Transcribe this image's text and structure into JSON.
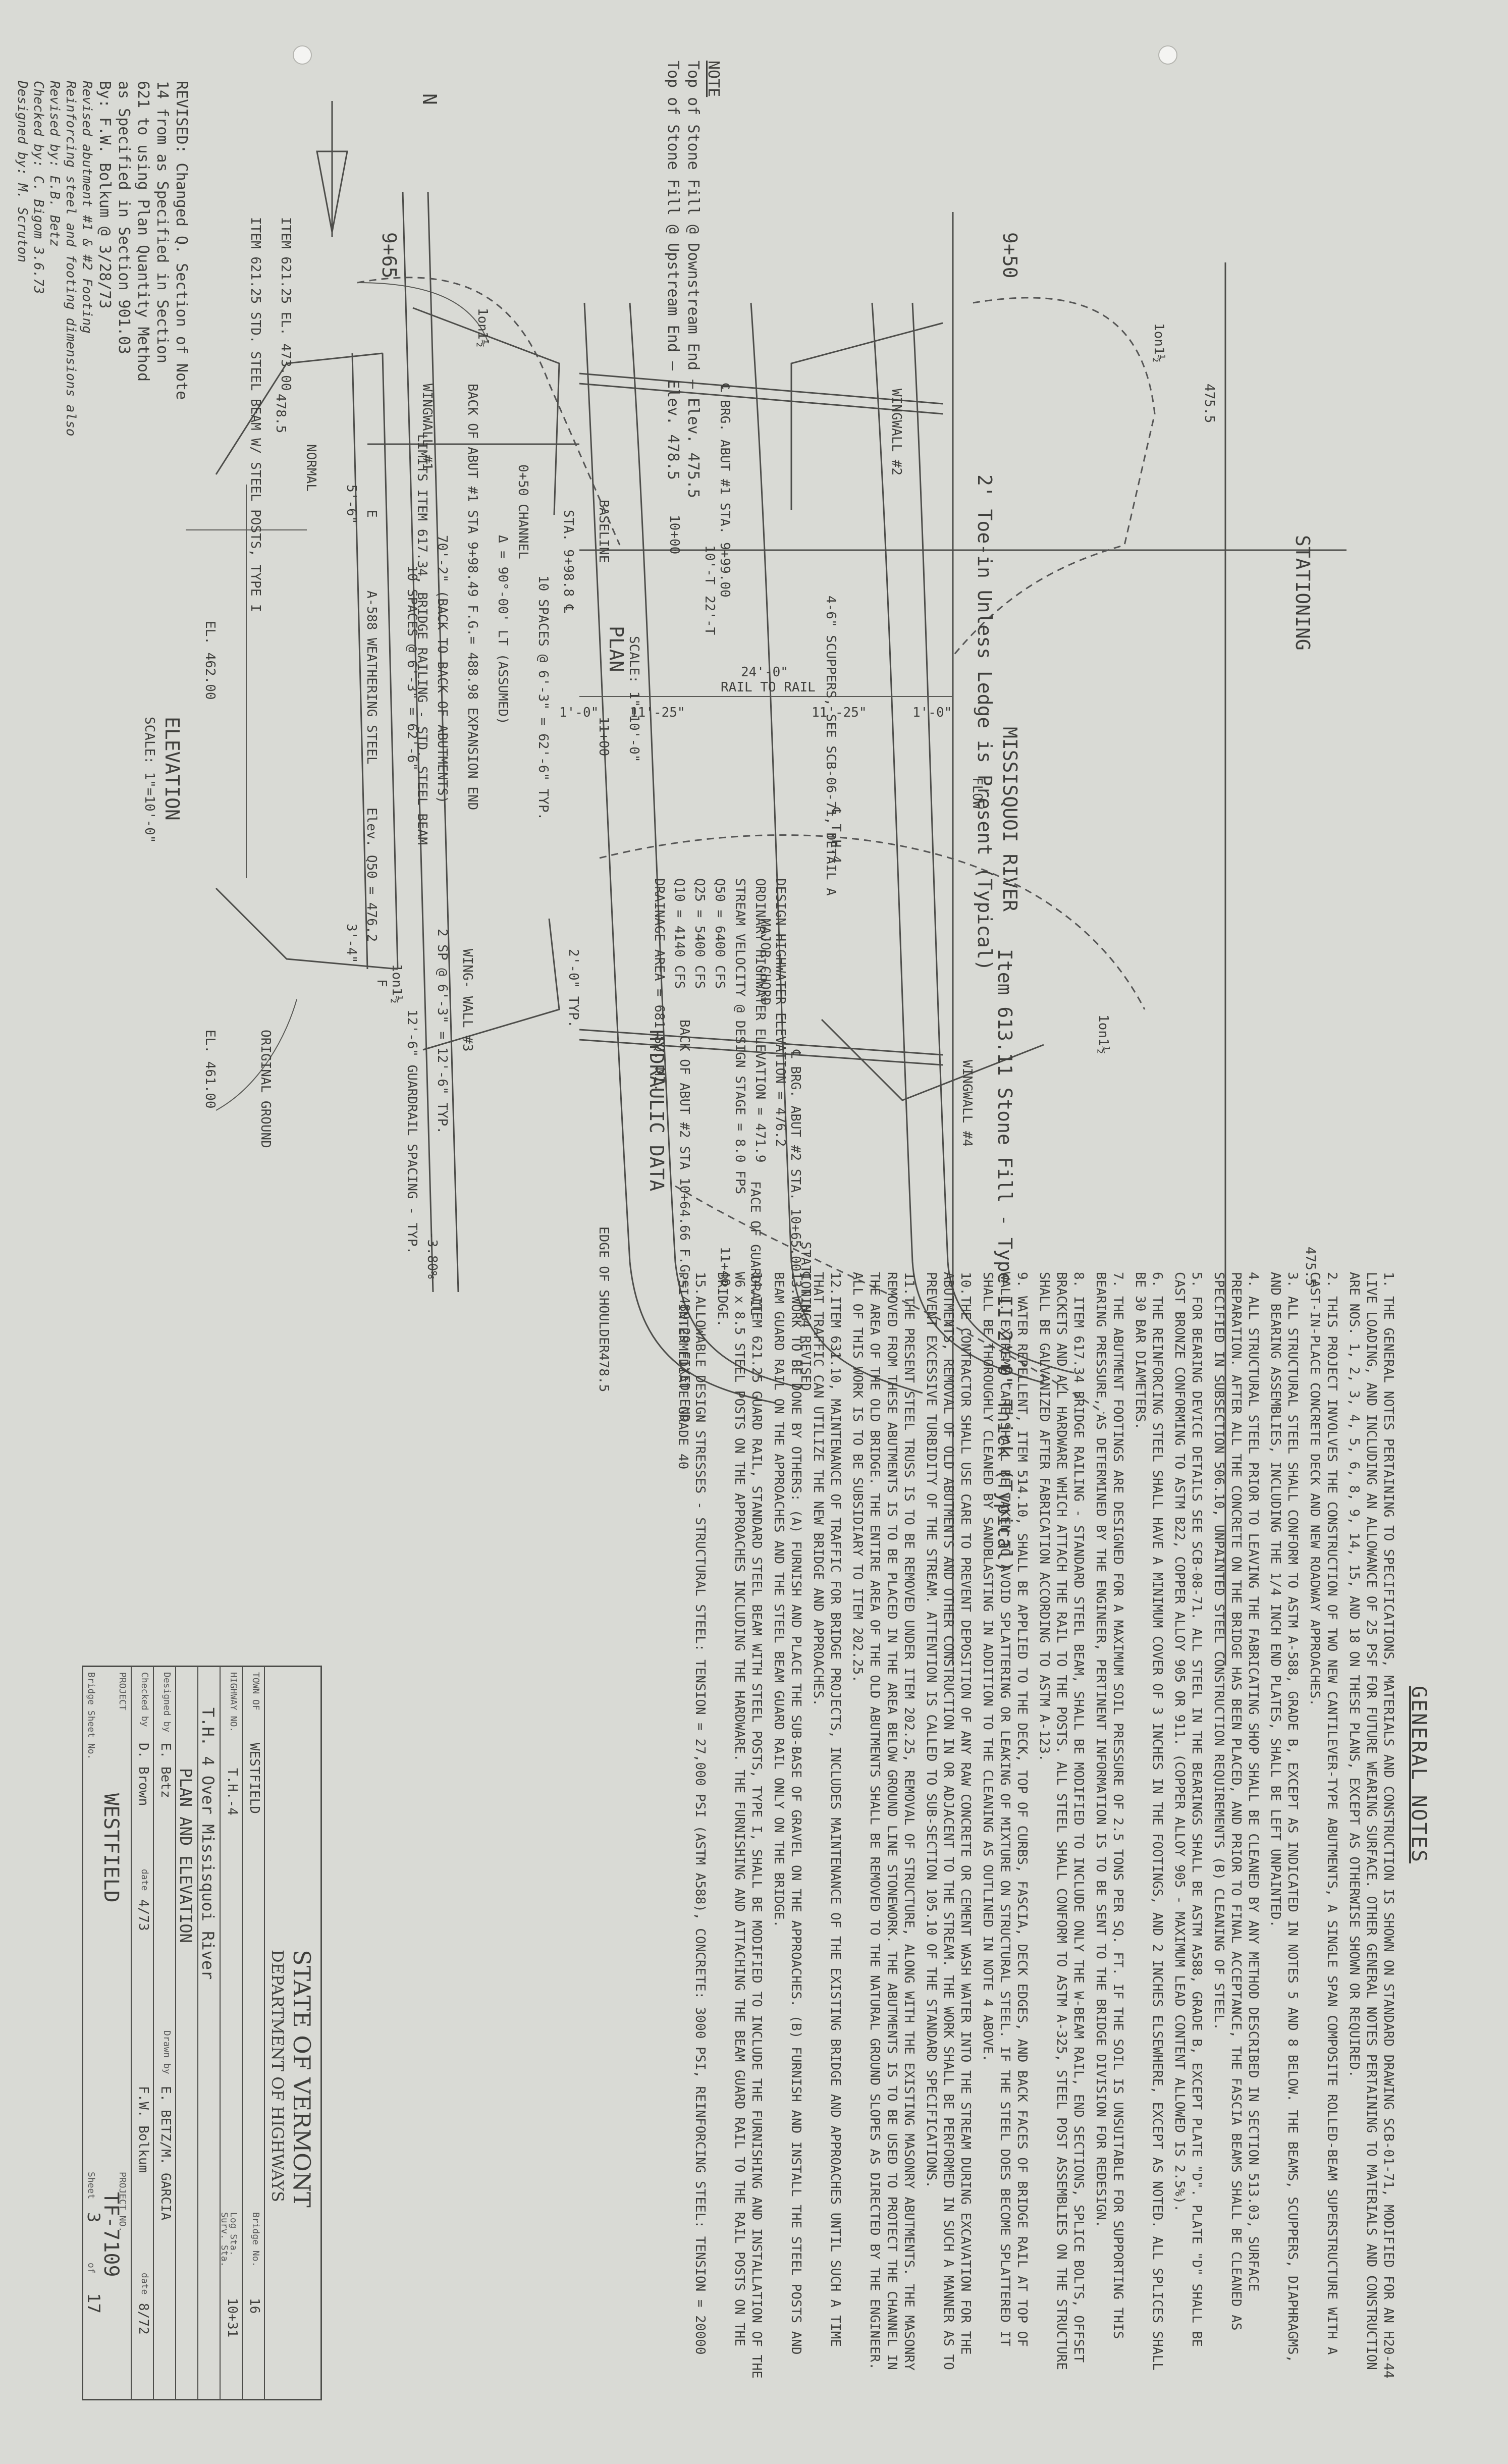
{
  "general_notes": {
    "heading": "GENERAL NOTES",
    "items": [
      {
        "num": "1.",
        "text": "THE GENERAL NOTES PERTAINING TO SPECIFICATIONS, MATERIALS AND CONSTRUCTION IS SHOWN ON STANDARD DRAWING SCB-01-71, MODIFIED FOR AN H20-44 LIVE LOADING, AND INCLUDING AN ALLOWANCE OF 25 PSF FOR FUTURE WEARING SURFACE. OTHER GENERAL NOTES PERTAINING TO MATERIALS AND CONSTRUCTION ARE NOS. 1, 2, 3, 4, 5, 6, 8, 9, 14, 15, AND 18 ON THESE PLANS, EXCEPT AS OTHERWISE SHOWN OR REQUIRED."
      },
      {
        "num": "2.",
        "text": "THIS PROJECT INVOLVES THE CONSTRUCTION OF TWO NEW CANTILEVER-TYPE ABUTMENTS, A SINGLE SPAN COMPOSITE ROLLED-BEAM SUPERSTRUCTURE WITH A CAST-IN-PLACE CONCRETE DECK AND NEW ROADWAY APPROACHES."
      },
      {
        "num": "3.",
        "text": "ALL STRUCTURAL STEEL SHALL CONFORM TO ASTM A-588, GRADE B, EXCEPT AS INDICATED IN NOTES 5 AND 8 BELOW. THE BEAMS, SCUPPERS, DIAPHRAGMS, AND BEARING ASSEMBLIES, INCLUDING THE 1/4 INCH END PLATES, SHALL BE LEFT UNPAINTED."
      },
      {
        "num": "4.",
        "text": "ALL STRUCTURAL STEEL PRIOR TO LEAVING THE FABRICATING SHOP SHALL BE CLEANED BY ANY METHOD DESCRIBED IN SECTION 513.03, SURFACE PREPARATION. AFTER ALL THE CONCRETE ON THE BRIDGE HAS BEEN PLACED, AND PRIOR TO FINAL ACCEPTANCE, THE FASCIA BEAMS SHALL BE CLEANED AS SPECIFIED IN SUBSECTION 506.10, UNPAINTED STEEL CONSTRUCTION REQUIREMENTS (B) CLEANING OF STEEL."
      },
      {
        "num": "5.",
        "text": "FOR BEARING DEVICE DETAILS SEE SCB-08-71. ALL STEEL IN THE BEARINGS SHALL BE ASTM A588, GRADE B, EXCEPT PLATE \"D\". PLATE \"D\" SHALL BE CAST BRONZE CONFORMING TO ASTM B22, COPPER ALLOY 905 OR 911. (COPPER ALLOY 905 - MAXIMUM LEAD CONTENT ALLOWED IS 2.5%)."
      },
      {
        "num": "6.",
        "text": "THE REINFORCING STEEL SHALL HAVE A MINIMUM COVER OF 3 INCHES IN THE FOOTINGS, AND 2 INCHES ELSEWHERE, EXCEPT AS NOTED. ALL SPLICES SHALL BE 30 BAR DIAMETERS."
      },
      {
        "num": "7.",
        "text": "THE ABUTMENT FOOTINGS ARE DESIGNED FOR A MAXIMUM SOIL PRESSURE OF 2.5 TONS PER SQ. FT. IF THE SOIL IS UNSUITABLE FOR SUPPORTING THIS BEARING PRESSURE, AS DETERMINED BY THE ENGINEER, PERTINENT INFORMATION IS TO BE SENT TO THE BRIDGE DIVISION FOR REDESIGN."
      },
      {
        "num": "8.",
        "text": "ITEM 617.34 BRIDGE RAILING - STANDARD STEEL BEAM, SHALL BE MODIFIED TO INCLUDE ONLY THE W-BEAM RAIL, END SECTIONS, SPLICE BOLTS, OFFSET BRACKETS AND ALL HARDWARE WHICH ATTACH THE RAIL TO THE POSTS. ALL STEEL SHALL CONFORM TO ASTM A-325, STEEL POST ASSEMBLIES ON THE STRUCTURE SHALL BE GALVANIZED AFTER FABRICATION ACCORDING TO ASTM A-123."
      },
      {
        "num": "9.",
        "text": "WATER REPELLENT, ITEM 514.10, SHALL BE APPLIED TO THE DECK, TOP OF CURBS, FASCIA, DECK EDGES, AND BACK FACES OF BRIDGE RAIL AT TOP OF WALL. EXTREME CARE SHALL BE TAKEN TO AVOID SPLATTERING OR LEAKING OF MIXTURE ON STRUCTURAL STEEL. IF THE STEEL DOES BECOME SPLATTERED IT SHALL BE THOROUGHLY CLEANED BY SANDBLASTING IN ADDITION TO THE CLEANING AS OUTLINED IN NOTE 4 ABOVE."
      },
      {
        "num": "10.",
        "text": "THE CONTRACTOR SHALL USE CARE TO PREVENT DEPOSITION OF ANY RAW CONCRETE OR CEMENT WASH WATER INTO THE STREAM DURING EXCAVATION FOR THE ABUTMENTS, REMOVAL OF OLD ABUTMENTS AND OTHER CONSTRUCTION IN OR ADJACENT TO THE STREAM. THE WORK SHALL BE PERFORMED IN SUCH A MANNER AS TO PREVENT EXCESSIVE TURBIDITY OF THE STREAM. ATTENTION IS CALLED TO SUB-SECTION 105.10 OF THE STANDARD SPECIFICATIONS."
      },
      {
        "num": "11.",
        "text": "THE PRESENT STEEL TRUSS IS TO BE REMOVED UNDER ITEM 202.25, REMOVAL OF STRUCTURE, ALONG WITH THE EXISTING MASONRY ABUTMENTS. THE MASONRY REMOVED FROM THESE ABUTMENTS IS TO BE PLACED IN THE AREA BELOW GROUND LINE STONEWORK. THE ABUTMENTS IS TO BE USED TO PROTECT THE CHANNEL IN THE AREA OF THE OLD BRIDGE. THE ENTIRE AREA OF THE OLD ABUTMENTS SHALL BE REMOVED TO THE NATURAL GROUND SLOPES AS DIRECTED BY THE ENGINEER. ALL OF THIS WORK IS TO BE SUBSIDIARY TO ITEM 202.25."
      },
      {
        "num": "12.",
        "text": "ITEM 631.10, MAINTENANCE OF TRAFFIC FOR BRIDGE PROJECTS, INCLUDES MAINTENANCE OF THE EXISTING BRIDGE AND APPROACHES UNTIL SUCH A TIME THAT TRAFFIC CAN UTILIZE THE NEW BRIDGE AND APPROACHES."
      },
      {
        "num": "13.",
        "text": "WORK TO BE DONE BY OTHERS: (A) FURNISH AND PLACE THE SUB-BASE OF GRAVEL ON THE APPROACHES. (B) FURNISH AND INSTALL THE STEEL POSTS AND BEAM GUARD RAIL ON THE APPROACHES AND THE STEEL BEAM GUARD RAIL ONLY ON THE BRIDGE."
      },
      {
        "num": "14.",
        "text": "ITEM 621.25 GUARD RAIL, STANDARD STEEL BEAM WITH STEEL POSTS, TYPE I, SHALL BE MODIFIED TO INCLUDE THE FURNISHING AND INSTALLATION OF THE W6 x 8.5 STEEL POSTS ON THE APPROACHES INCLUDING THE HARDWARE. THE FURNISHING AND ATTACHING THE BEAM GUARD RAIL TO THE RAIL POSTS ON THE BRIDGE."
      },
      {
        "num": "15.",
        "text": "ALLOWABLE DESIGN STRESSES - STRUCTURAL STEEL: TENSION = 27,000 PSI (ASTM A588), CONCRETE: 3000 PSI, REINFORCING STEEL: TENSION = 20000 PSI INTERMEDIATE GRADE 40"
      }
    ]
  },
  "plan": {
    "title": "PLAN",
    "scale": "SCALE: 1\"=10'-0\"",
    "north": "N",
    "labels": {
      "sta_950": "9+50",
      "sta_965": "9+65",
      "slope_1on1_5": "1on1½",
      "elev_4755": "475.5",
      "elev_4785": "478.5",
      "toe": "2' Toe-in Unless Ledge is Present (Typical)",
      "stationing": "STATIONING",
      "channel": "0+50 CHANNEL",
      "baseline": "BASELINE",
      "wingwall_1": "WINGWALL #1",
      "wingwall_2": "WINGWALL #2",
      "wingwall_3": "WING- WALL #3",
      "wingwall_4": "WINGWALL #4",
      "back_abut_1": "BACK OF ABUT #1 STA 9+98.49 F.G.= 488.98 EXPANSION END",
      "brg_abut_1": "℄ BRG. ABUT #1 STA. 9+99.00",
      "skew": "Δ = 90°-00' LT (ASSUMED)",
      "sta_1000": "STA. 9+98.8 ℄",
      "sta_1040": "10+00",
      "scuppers": "4-6\" SCUPPERS, SEE SCB-06-71, DETAIL A",
      "rail_to_rail": "RAIL TO RAIL",
      "dim_240": "24'-0\"",
      "dim_1225a": "11'-25\"",
      "dim_1225b": "11'-25\"",
      "dim_10a": "1'-0\"",
      "dim_10b": "1'-0\"",
      "th4": "℄ T.H.4",
      "major_chord": "MAJOR CHORD",
      "spaces": "10 SPACES @ 6'-3\" = 62'-6\" TYP.",
      "river": "MISSISQUOI RIVER",
      "flow": "FLOW",
      "stone_fill": "Item 613.11 Stone Fill - Type II 2'-0\" Thick (Typical)",
      "back_abut_2": "BACK OF ABUT #2 STA 10+64.66 F.G.= 489.29 FIXED END",
      "brg_abut_2": "℄ BRG. ABUT #2 STA. 10+65.00",
      "face_guardrail": "FACE OF GUARDRAIL",
      "stationing2": "STATIONING",
      "revised_th4": "℄ T.H.4 REVISED",
      "sta_1140": "11+40",
      "edge_shoulder": "EDGE OF SHOULDER",
      "twoft": "2'-0\" TYP.",
      "dim_22t": "22'-T",
      "dim_10t": "10'-T",
      "sta_1100": "11+00"
    }
  },
  "hydraulic": {
    "title": "HYDRAULIC DATA",
    "lines": [
      "DRAINAGE AREA = 681 SQ. MI.",
      "Q10 = 4140 CFS",
      "Q25 = 5400 CFS",
      "Q50 = 6400 CFS",
      "STREAM VELOCITY @ DESIGN STAGE = 8.0 FPS",
      "ORDINARY HIGHWATER ELEVATION = 471.9",
      "DESIGN HIGHWATER ELEVATION = 476.2"
    ]
  },
  "note_top": {
    "heading": "NOTE",
    "lines": [
      "Top of Stone Fill @ Downstream End — Elev. 475.5",
      "Top of Stone Fill @ Upstream End — Elev. 478.5"
    ]
  },
  "elevation": {
    "title": "ELEVATION",
    "scale": "SCALE: 1\"=10'-0\"",
    "labels": {
      "item_62125": "ITEM 621.25 STD. STEEL BEAM W/ STEEL POSTS, TYPE I",
      "limits": "LIMITS ITEM 617.34, BRIDGE RAILING - STD. STEEL BEAM",
      "span": "70'-2\" (BACK TO BACK OF ABUTMENTS)",
      "spaces": "10 SPACES @ 6'-3\" = 62'-6\"",
      "guardrail_spacing": "12'-6\" GUARDRAIL SPACING - TYP.",
      "spacing_28": "2 SP @ 6'-3\" = 12'-6\" TYP.",
      "item_grade": "ITEM 621.25 EL. 473.00",
      "normal": "NORMAL",
      "dim_56": "5'-6\"",
      "dim_34": "3'-4\"",
      "beam": "A-588 WEATHERING STEEL",
      "elev": "Elev. Q50 = 476.2",
      "el_46200": "EL. 462.00",
      "el_46100": "EL. 461.00",
      "orig_ground": "ORIGINAL GROUND",
      "grade": "-3.80%",
      "e": "E",
      "f": "F"
    }
  },
  "revised": {
    "lines": [
      "REVISED: Changed Q. Section of Note",
      "14 from as Specified in Section",
      "621 to using Plan Quantity Method",
      "as Specified in Section 901.03",
      "By: F.W. Bolkum @ 3/28/73"
    ],
    "hand": [
      "Revised abutment #1 & #2 Footing",
      "Reinforcing steel and footing dimensions also",
      "Revised by: E.B. Betz",
      "Checked by: C. Bigom 3.6.73",
      "Designed by: M. Scruton"
    ]
  },
  "title_block": {
    "state": "STATE OF VERMONT",
    "dept": "DEPARTMENT OF HIGHWAYS",
    "town_label": "TOWN OF",
    "town": "WESTFIELD",
    "bridge_no_label": "Bridge No.",
    "bridge_no": "16",
    "highway_label": "HIGHWAY NO.",
    "highway": "T.H.-4",
    "log_label": "Log Sta.",
    "survey_label": "Surv. Sta.",
    "survey": "10+31",
    "desc": "T.H. 4 Over Missisquoi River",
    "sheet_title": "PLAN AND ELEVATION",
    "designed_label": "Designed by",
    "designed": "E. Betz",
    "drawn_label": "Drawn by",
    "drawn": "E. BETZ/M. GARCIA",
    "checked_label": "Checked by",
    "checked": "D. Brown",
    "date_label": "date",
    "date1": "4/73",
    "approved": "F.W. Bolkum",
    "date2": "8/72",
    "project_label": "PROJECT",
    "project": "WESTFIELD",
    "project_no_label": "PROJECT NO.",
    "project_no": "TF-7109",
    "sheet_label": "Sheet",
    "sheet": "3",
    "of": "of",
    "total": "17",
    "bridge_sheet": "Bridge Sheet No."
  }
}
